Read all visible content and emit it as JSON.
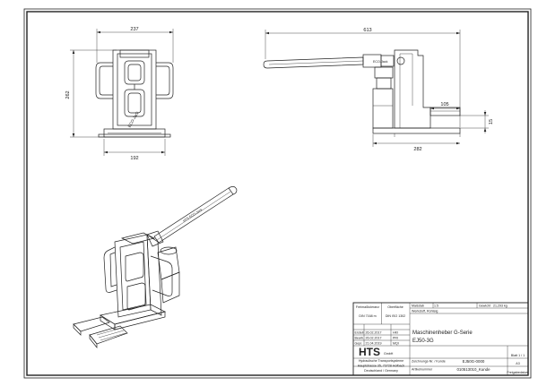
{
  "dimensions": {
    "front_width_top": "237",
    "front_height": "262",
    "front_width_bottom": "192",
    "side_length": "613",
    "side_offset": "105",
    "side_clearance": "15",
    "side_base": "282"
  },
  "product_marks": {
    "front_logo": "ECO-Jack",
    "side_logo": "ECO-Jack",
    "iso_logo": "HTS ECO-Jack"
  },
  "title_block": {
    "tolerance_label": "Freimaßtoleranz",
    "tolerance_value": "DIN 7168 m",
    "surface_label": "Oberfläche",
    "surface_value": "DIN ISO 1302",
    "material_label": "Maßstab",
    "scale_value": "1:5",
    "weight_label": "Gewicht",
    "weight_value": "21,293 kg",
    "material_value": "Werkstoff, Rohteig",
    "rows": [
      {
        "kind": "Erstell",
        "date": "26.02.2017",
        "name": "HKI"
      },
      {
        "kind": "Bearb.",
        "date": "26.02.2017",
        "name": "PRI"
      },
      {
        "kind": "Gepr.",
        "date": "21.04.2019",
        "name": "MQI"
      }
    ],
    "title_line1": "Maschinenheber G-Serie",
    "title_line2": "EJ50-3G",
    "company_name": "HTS",
    "company_suffix": "GmbH",
    "company_line1": "Hydraulische Transportsysteme",
    "company_line2": "Hauptstrasse 35, 73728 Hofbach",
    "company_line3": "Deutschland / Germany",
    "drawing_no_label": "Zeichnungs-Nr. / Kunde",
    "drawing_no_value": "EJ50G-0000",
    "article_label": "Artikelnummer",
    "article_value": "010513010_Kunde",
    "sheet_label": "Blatt 1 / 1",
    "format_value": "A3",
    "note": "Freigabedatum"
  }
}
